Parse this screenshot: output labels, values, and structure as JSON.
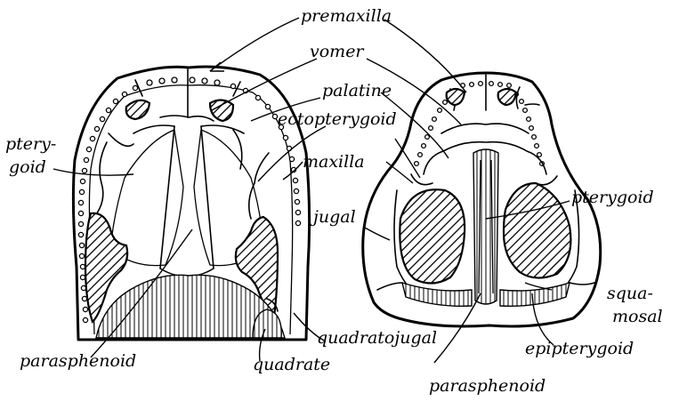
{
  "labels": {
    "premaxilla": "premaxilla",
    "vomer": "vomer",
    "palatine": "palatine",
    "ectopterygoid": "ectopterygoid",
    "maxilla": "maxilla",
    "pterygoid_left_line1": "ptery-",
    "pterygoid_left_line2": "goid",
    "pterygoid_right": "pterygoid",
    "jugal": "jugal",
    "squamosal_line1": "squa-",
    "squamosal_line2": "mosal",
    "parasphenoid_left": "parasphenoid",
    "parasphenoid_right": "parasphenoid",
    "quadratojugal": "quadratojugal",
    "epipterygoid": "epipterygoid",
    "quadrate": "quadrate"
  }
}
